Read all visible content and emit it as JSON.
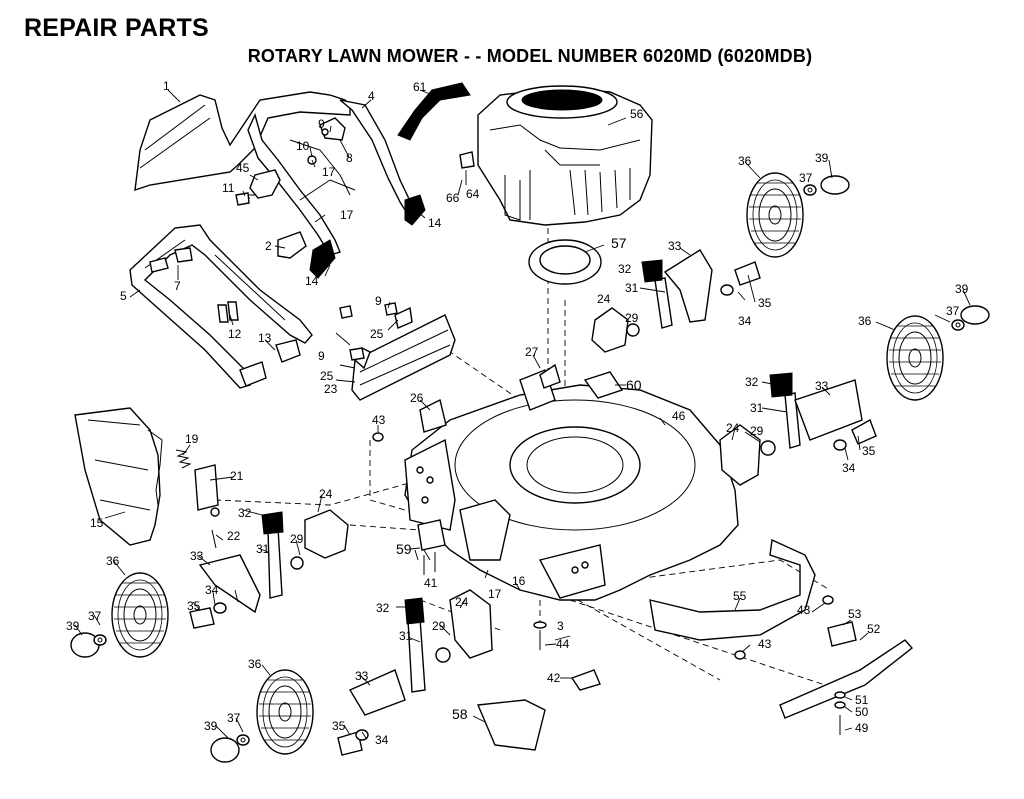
{
  "header": {
    "title": "REPAIR PARTS",
    "subtitle": "ROTARY LAWN MOWER - - MODEL NUMBER 6020MD (6020MDB)"
  },
  "callouts": {
    "p1": "1",
    "p2": "2",
    "p4": "4",
    "p5": "5",
    "p7": "7",
    "p8": "8",
    "p9": "9",
    "p10": "10",
    "p11": "11",
    "p12": "12",
    "p13": "13",
    "p14": "14",
    "p15": "15",
    "p16": "16",
    "p17": "17",
    "p19": "19",
    "p21": "21",
    "p22": "22",
    "p23": "23",
    "p24": "24",
    "p25": "25",
    "p26": "26",
    "p27": "27",
    "p29": "29",
    "p31": "31",
    "p32": "32",
    "p33": "33",
    "p34": "34",
    "p35": "35",
    "p36": "36",
    "p37": "37",
    "p39": "39",
    "p41": "41",
    "p42": "42",
    "p43": "43",
    "p44": "44",
    "p45": "45",
    "p46": "46",
    "p49": "49",
    "p50": "50",
    "p51": "51",
    "p52": "52",
    "p53": "53",
    "p55": "55",
    "p56": "56",
    "p57": "57",
    "p58": "58",
    "p59": "59",
    "p60": "60",
    "p61": "61",
    "p64": "64",
    "p66": "66",
    "p3": "3"
  }
}
